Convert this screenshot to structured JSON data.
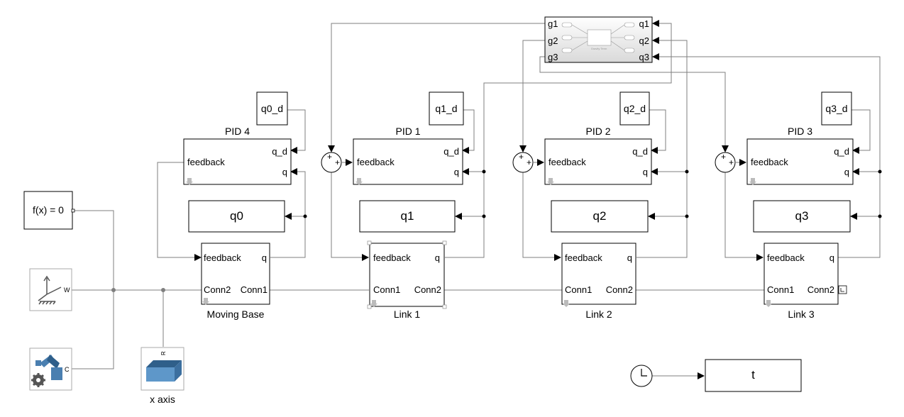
{
  "blocks": {
    "solver": {
      "label": "f(x) = 0"
    },
    "world_port": {
      "label": "W"
    },
    "config_port": {
      "label": "C"
    },
    "prismatic": {
      "caption": "x axis",
      "port": "R"
    },
    "pid4": {
      "title": "PID 4",
      "in1": "feedback",
      "in2": "q_d",
      "in3": "q"
    },
    "pid1": {
      "title": "PID 1",
      "in1": "feedback",
      "in2": "q_d",
      "in3": "q"
    },
    "pid2": {
      "title": "PID 2",
      "in1": "feedback",
      "in2": "q_d",
      "in3": "q"
    },
    "pid3": {
      "title": "PID 3",
      "in1": "feedback",
      "in2": "q_d",
      "in3": "q"
    },
    "q0_d": {
      "label": "q0_d"
    },
    "q1_d": {
      "label": "q1_d"
    },
    "q2_d": {
      "label": "q2_d"
    },
    "q3_d": {
      "label": "q3_d"
    },
    "scope_q0": {
      "label": "q0"
    },
    "scope_q1": {
      "label": "q1"
    },
    "scope_q2": {
      "label": "q2"
    },
    "scope_q3": {
      "label": "q3"
    },
    "base": {
      "caption": "Moving Base",
      "in": "feedback",
      "out": "q",
      "port_left": "Conn2",
      "port_right": "Conn1"
    },
    "link1": {
      "caption": "Link 1",
      "in": "feedback",
      "out": "q",
      "port_left": "Conn1",
      "port_right": "Conn2"
    },
    "link2": {
      "caption": "Link 2",
      "in": "feedback",
      "out": "q",
      "port_left": "Conn1",
      "port_right": "Conn2"
    },
    "link3": {
      "caption": "Link 3",
      "in": "feedback",
      "out": "q",
      "port_left": "Conn1",
      "port_right": "Conn2"
    },
    "gravity": {
      "in": [
        "g1",
        "g2",
        "g3"
      ],
      "out": [
        "q1",
        "q2",
        "q3"
      ],
      "inner_label": "Gravity Term"
    },
    "time_out": {
      "label": "t"
    },
    "sum_signs": "+"
  },
  "colors": {
    "line": "#7f7f7f",
    "block_border": "#000000",
    "icon_blue": "#4a7fb0",
    "icon_dark": "#2f5f8a",
    "icon_gray": "#555555"
  }
}
